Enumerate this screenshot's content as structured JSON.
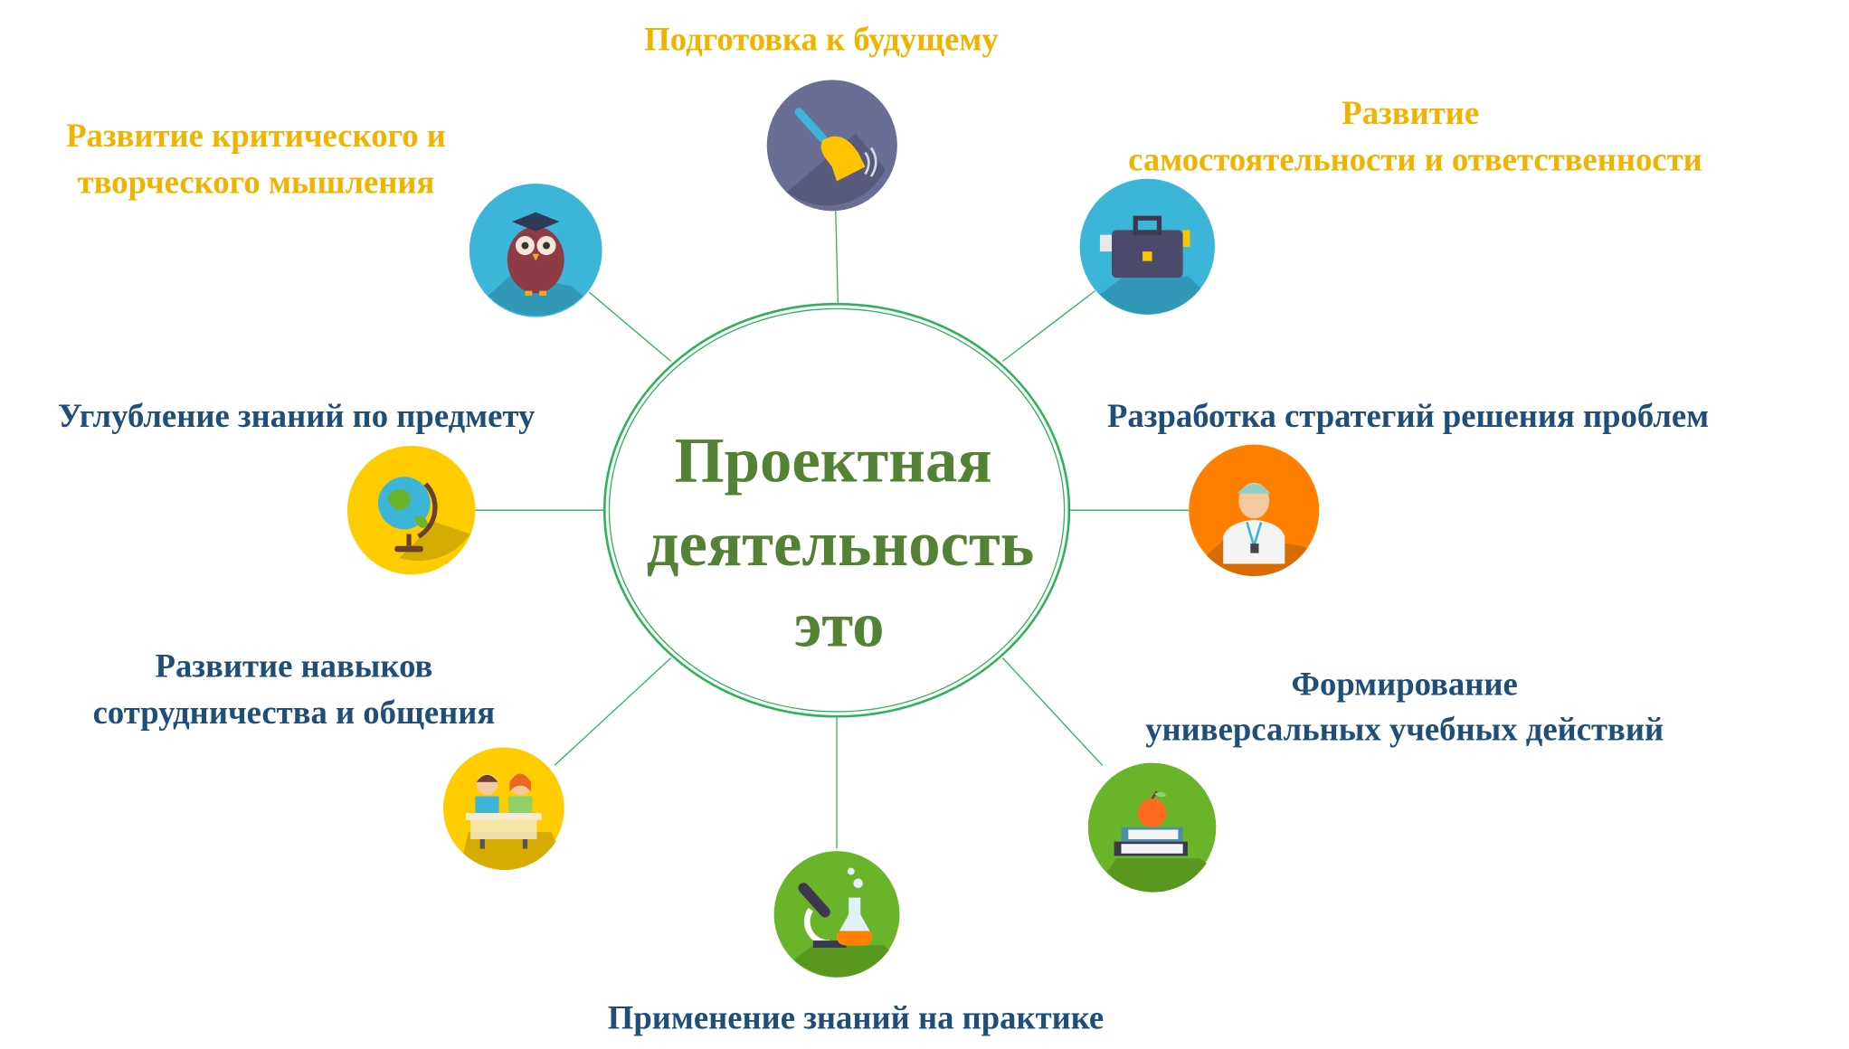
{
  "center": {
    "lines": [
      "Проектная",
      "деятельность",
      "это"
    ]
  },
  "nodes": [
    {
      "id": "future",
      "icon": "bell-icon",
      "color": "#6B6E94",
      "label": [
        "Подготовка к будущему"
      ]
    },
    {
      "id": "critical",
      "icon": "owl-icon",
      "color": "#3BB5D8",
      "label": [
        "Развитие критического и",
        "творческого мышления"
      ]
    },
    {
      "id": "independence",
      "icon": "briefcase-icon",
      "color": "#3BB5D8",
      "label": [
        "Развитие",
        "самостоятельности и ответственности"
      ]
    },
    {
      "id": "knowledge",
      "icon": "globe-icon",
      "color": "#FFCC00",
      "label": [
        "Углубление знаний по предмету"
      ]
    },
    {
      "id": "strategies",
      "icon": "doctor-icon",
      "color": "#FF8000",
      "label": [
        "Разработка стратегий решения проблем"
      ]
    },
    {
      "id": "collaboration",
      "icon": "students-icon",
      "color": "#FFCC00",
      "label": [
        "Развитие навыков",
        "сотрудничества и общения"
      ]
    },
    {
      "id": "universal",
      "icon": "books-apple-icon",
      "color": "#6AB42A",
      "label": [
        "Формирование",
        "универсальных учебных действий"
      ]
    },
    {
      "id": "practice",
      "icon": "microscope-icon",
      "color": "#6AB42A",
      "label": [
        "Применение знаний на практике"
      ]
    }
  ],
  "colors": {
    "title": "#548235",
    "gold_label": "#F0B400",
    "navy_label": "#1F4E79",
    "connector": "#2DB35A"
  }
}
